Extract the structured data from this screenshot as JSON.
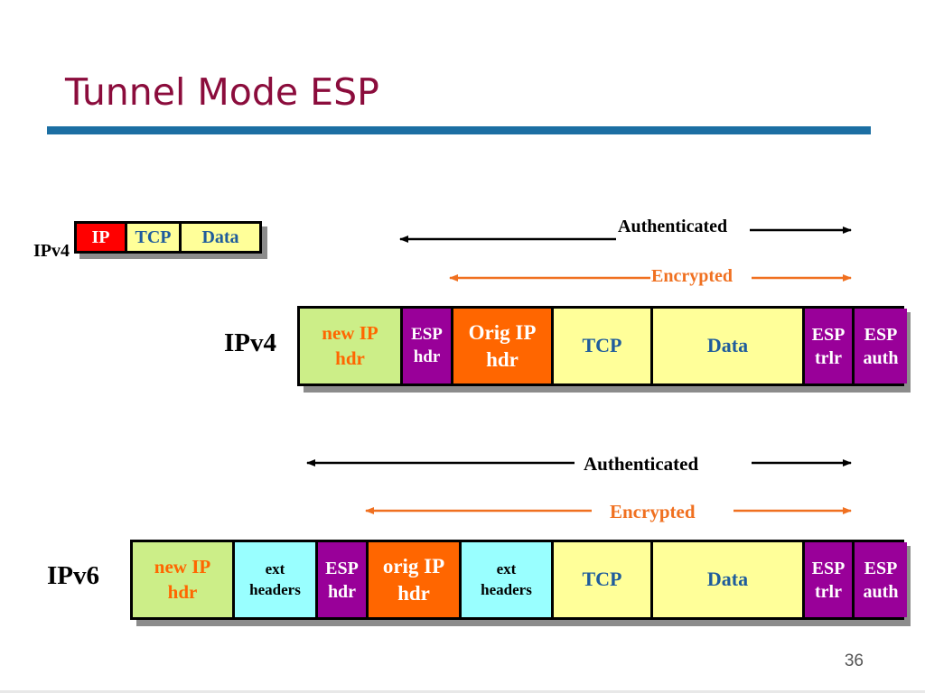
{
  "slide": {
    "title": "Tunnel Mode ESP",
    "page_number": "36"
  },
  "original_ipv4": {
    "label": "IPv4",
    "fields": [
      {
        "text": "IP",
        "color": "#ff0000"
      },
      {
        "text": "TCP",
        "color": "#ffff99"
      },
      {
        "text": "Data",
        "color": "#ffff99"
      }
    ]
  },
  "tunnel_ipv4": {
    "label": "IPv4",
    "authenticated_label": "Authenticated",
    "encrypted_label": "Encrypted",
    "fields": [
      {
        "text": "new IP\nhdr",
        "color": "#ccee88"
      },
      {
        "text": "ESP\nhdr",
        "color": "#990099"
      },
      {
        "text": "Orig IP\nhdr",
        "color": "#ff6600"
      },
      {
        "text": "TCP",
        "color": "#ffff99"
      },
      {
        "text": "Data",
        "color": "#ffff99"
      },
      {
        "text": "ESP\ntrlr",
        "color": "#990099"
      },
      {
        "text": "ESP\nauth",
        "color": "#990099"
      }
    ]
  },
  "tunnel_ipv6": {
    "label": "IPv6",
    "authenticated_label": "Authenticated",
    "encrypted_label": "Encrypted",
    "fields": [
      {
        "text": "new IP\nhdr",
        "color": "#ccee88"
      },
      {
        "text": "ext\nheaders",
        "color": "#99ffff"
      },
      {
        "text": "ESP\nhdr",
        "color": "#990099"
      },
      {
        "text": "orig IP\nhdr",
        "color": "#ff6600"
      },
      {
        "text": "ext\nheaders",
        "color": "#99ffff"
      },
      {
        "text": "TCP",
        "color": "#ffff99"
      },
      {
        "text": "Data",
        "color": "#ffff99"
      },
      {
        "text": "ESP\ntrlr",
        "color": "#990099"
      },
      {
        "text": "ESP\nauth",
        "color": "#990099"
      }
    ]
  }
}
